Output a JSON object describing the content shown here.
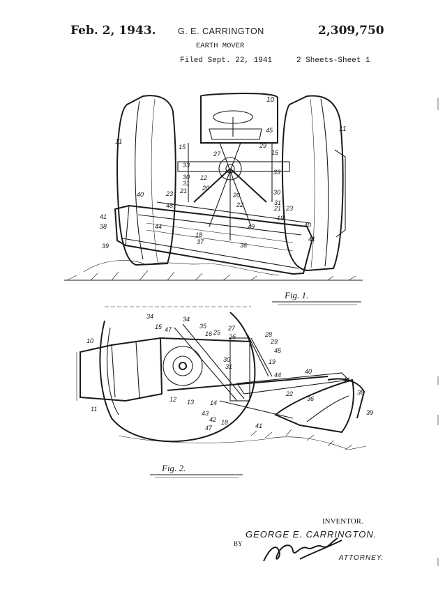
{
  "header": {
    "date": "Feb. 2, 1943.",
    "inventor_short": "G. E. CARRINGTON",
    "patent_number": "2,309,750",
    "title": "EARTH MOVER",
    "filed": "Filed Sept. 22, 1941",
    "sheets": "2 Sheets-Sheet 1"
  },
  "figure1": {
    "caption": "Fig. 1.",
    "refs": [
      "10",
      "11",
      "11",
      "15",
      "15",
      "45",
      "27",
      "29",
      "33",
      "33",
      "30",
      "31",
      "12",
      "20",
      "20",
      "30",
      "21",
      "31",
      "23",
      "23",
      "40",
      "48",
      "22",
      "21",
      "49",
      "19",
      "41",
      "38",
      "44",
      "18",
      "40",
      "37",
      "36",
      "41",
      "39"
    ]
  },
  "figure2": {
    "caption": "Fig. 2.",
    "refs": [
      "34",
      "34",
      "15",
      "47",
      "35",
      "16",
      "25",
      "27",
      "26",
      "28",
      "29",
      "10",
      "45",
      "19",
      "30",
      "31",
      "40",
      "44",
      "12",
      "13",
      "14",
      "22",
      "36",
      "41",
      "38",
      "11",
      "43",
      "42",
      "47",
      "18",
      "41",
      "39"
    ]
  },
  "signature": {
    "inventor_label": "INVENTOR.",
    "inventor_name": "GEORGE E. CARRINGTON.",
    "by": "BY",
    "attorney_label": "ATTORNEY."
  }
}
